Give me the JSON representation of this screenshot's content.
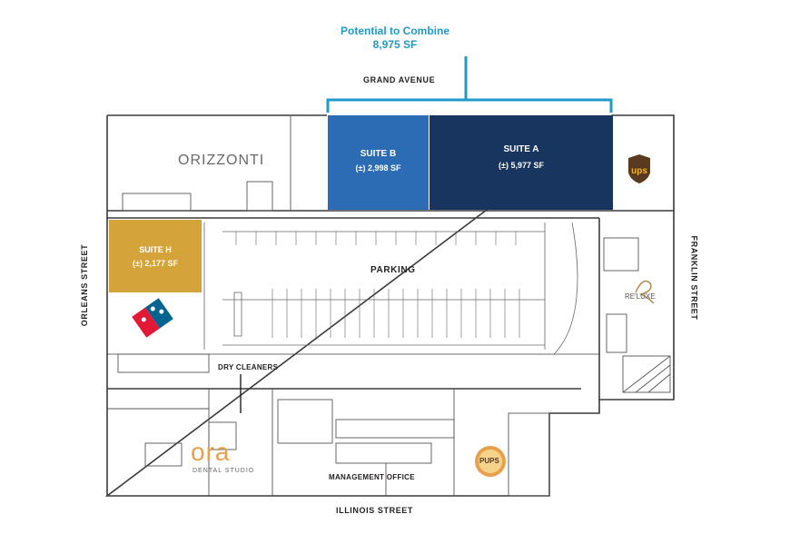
{
  "combine": {
    "title": "Potential to Combine",
    "area": "8,975 SF",
    "color": "#1e9bc8"
  },
  "streets": {
    "north": "GRAND AVENUE",
    "south": "ILLINOIS STREET",
    "west": "ORLEANS STREET",
    "east": "FRANKLIN STREET"
  },
  "suites": {
    "a": {
      "name": "SUITE A",
      "area": "(±) 5,977 SF",
      "color": "#17355e"
    },
    "b": {
      "name": "SUITE B",
      "area": "(±) 2,998 SF",
      "color": "#2c6cb4"
    },
    "h": {
      "name": "SUITE H",
      "area": "(±) 2,177 SF",
      "color": "#d4a33a"
    }
  },
  "areas": {
    "parking": "PARKING",
    "dry_cleaners": "DRY CLEANERS",
    "management_office": "MANAGEMENT OFFICE"
  },
  "tenants": {
    "orizzonti": "ORIZZONTI",
    "ups": "ups",
    "reluxe": "RE'LUXE",
    "ora": "ora",
    "ora_sub": "DENTAL STUDIO",
    "dominos": "Domino's Pizza",
    "pups": "PUPS"
  },
  "colors": {
    "walls": "#3a3a3a",
    "ups_brown": "#5a3a1e",
    "ups_gold": "#f4b323",
    "ora_orange": "#e8a04a",
    "dominos_red": "#e31837",
    "dominos_blue": "#006491"
  }
}
